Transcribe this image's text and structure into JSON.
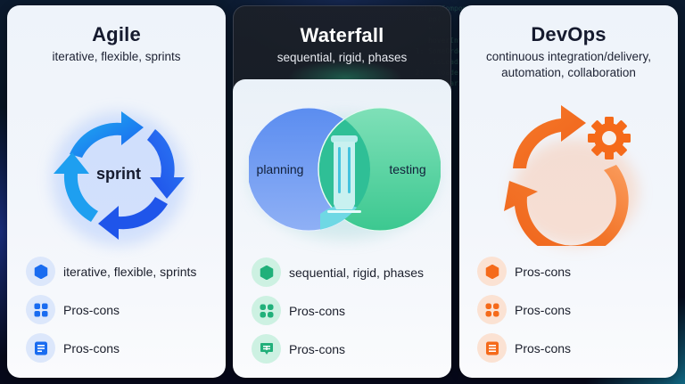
{
  "colors": {
    "agile_accent": "#1a6cf0",
    "agile_bubble": "#dce7fb",
    "waterfall_accent": "#21b07a",
    "waterfall_bubble": "#cdf1e2",
    "devops_accent": "#f56a1a",
    "devops_bubble": "#fbe2d3"
  },
  "cards": [
    {
      "id": "agile",
      "title": "Agile",
      "subtitle": "iterative, flexible, sprints",
      "graphic": {
        "type": "cycle-arrows",
        "center_label": "sprint"
      },
      "items": [
        {
          "icon": "hexagon-icon",
          "label": "iterative, flexible, sprints"
        },
        {
          "icon": "grid-icon",
          "label": "Pros-cons"
        },
        {
          "icon": "document-icon",
          "label": "Pros-cons"
        }
      ]
    },
    {
      "id": "waterfall",
      "title": "Waterfall",
      "subtitle": "sequential, rigid, phases",
      "graphic": {
        "type": "venn",
        "left_label": "planning",
        "right_label": "testing",
        "center_icon": "waterfall-pillar-icon"
      },
      "items": [
        {
          "icon": "hexagon-icon",
          "label": "sequential, rigid, phases"
        },
        {
          "icon": "grid-icon",
          "label": "Pros-cons"
        },
        {
          "icon": "chat-icon",
          "label": "Pros-cons"
        }
      ]
    },
    {
      "id": "devops",
      "title": "DevOps",
      "subtitle_line1": "continuous integration/delivery,",
      "subtitle_line2": "automation, collaboration",
      "graphic": {
        "type": "cycle-with-gear"
      },
      "items": [
        {
          "icon": "hexagon-icon",
          "label": "Pros-cons"
        },
        {
          "icon": "grid-icon",
          "label": "Pros-cons"
        },
        {
          "icon": "list-icon",
          "label": "Pros-cons"
        }
      ]
    }
  ]
}
